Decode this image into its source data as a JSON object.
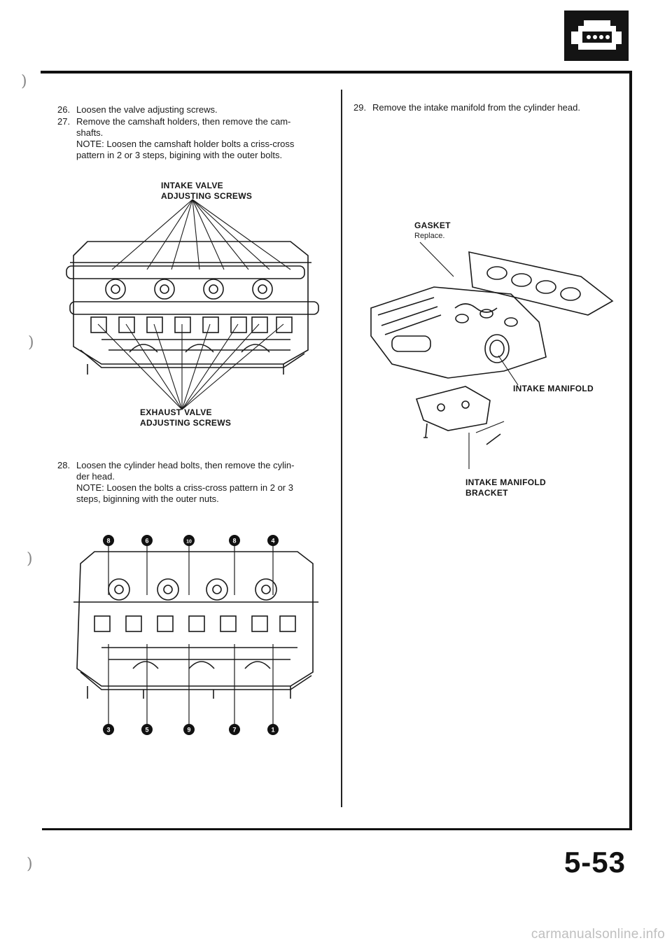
{
  "header": {
    "icon": "engine-icon"
  },
  "left_column": {
    "step_26": {
      "num": "26.",
      "text": "Loosen the valve adjusting screws."
    },
    "step_27": {
      "num": "27.",
      "line1": "Remove the camshaft holders, then remove the cam-",
      "line2": "shafts.",
      "note1": "NOTE: Loosen the camshaft holder bolts a criss-cross",
      "note2": "pattern in 2 or 3 steps, bigining with the outer bolts."
    },
    "figure1": {
      "label_top_line1": "INTAKE VALVE",
      "label_top_line2": "ADJUSTING SCREWS",
      "label_bottom_line1": "EXHAUST VALVE",
      "label_bottom_line2": "ADJUSTING SCREWS"
    },
    "step_28": {
      "num": "28.",
      "line1": "Loosen the cylinder head bolts, then remove the cylin-",
      "line2": "der head.",
      "note1": "NOTE: Loosen the bolts a criss-cross pattern in 2 or 3",
      "note2": "steps, biginning with the outer nuts."
    },
    "figure2": {
      "top_numbers": [
        "8",
        "6",
        "10",
        "8",
        "4"
      ],
      "bottom_numbers": [
        "3",
        "5",
        "9",
        "7",
        "1"
      ]
    }
  },
  "right_column": {
    "step_29": {
      "num": "29.",
      "text": "Remove the intake manifold from the cylinder head."
    },
    "figure3": {
      "gasket_label": "GASKET",
      "gasket_sub": "Replace.",
      "manifold_label": "INTAKE MANIFOLD",
      "bracket_line1": "INTAKE MANIFOLD",
      "bracket_line2": "BRACKET"
    }
  },
  "footer": {
    "page_number": "5-53",
    "watermark": "carmanualsonline.info"
  }
}
